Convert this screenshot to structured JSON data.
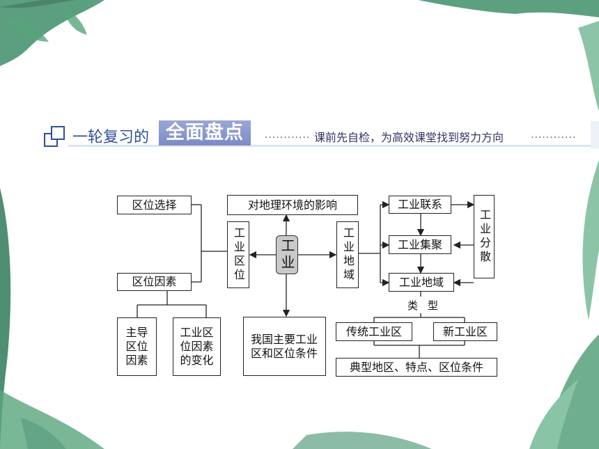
{
  "header": {
    "main_title": "一轮复习的",
    "highlight": "全面盘点",
    "subtitle": "课前先自检，为高效课堂找到努力方向",
    "dots_left": "............",
    "dots_right": "............"
  },
  "diagram": {
    "location_choice": "区位选择",
    "location_factors": "区位因素",
    "dominant_factors": "主导区位因素",
    "factor_changes": "工业区位因素的变化",
    "env_impact": "对地理环境的影响",
    "industrial_location": "工业区位",
    "industry": "工业",
    "industrial_region": "工业地域",
    "china_regions": "我国主要工业区和区位条件",
    "ind_linkage": "工业联系",
    "ind_agglomeration": "工业集聚",
    "ind_region_box": "工业地域",
    "ind_dispersion": "工业分散",
    "types_label": "类型",
    "traditional": "传统工业区",
    "new_region": "新工业区",
    "typical": "典型地区、特点、区位条件"
  }
}
